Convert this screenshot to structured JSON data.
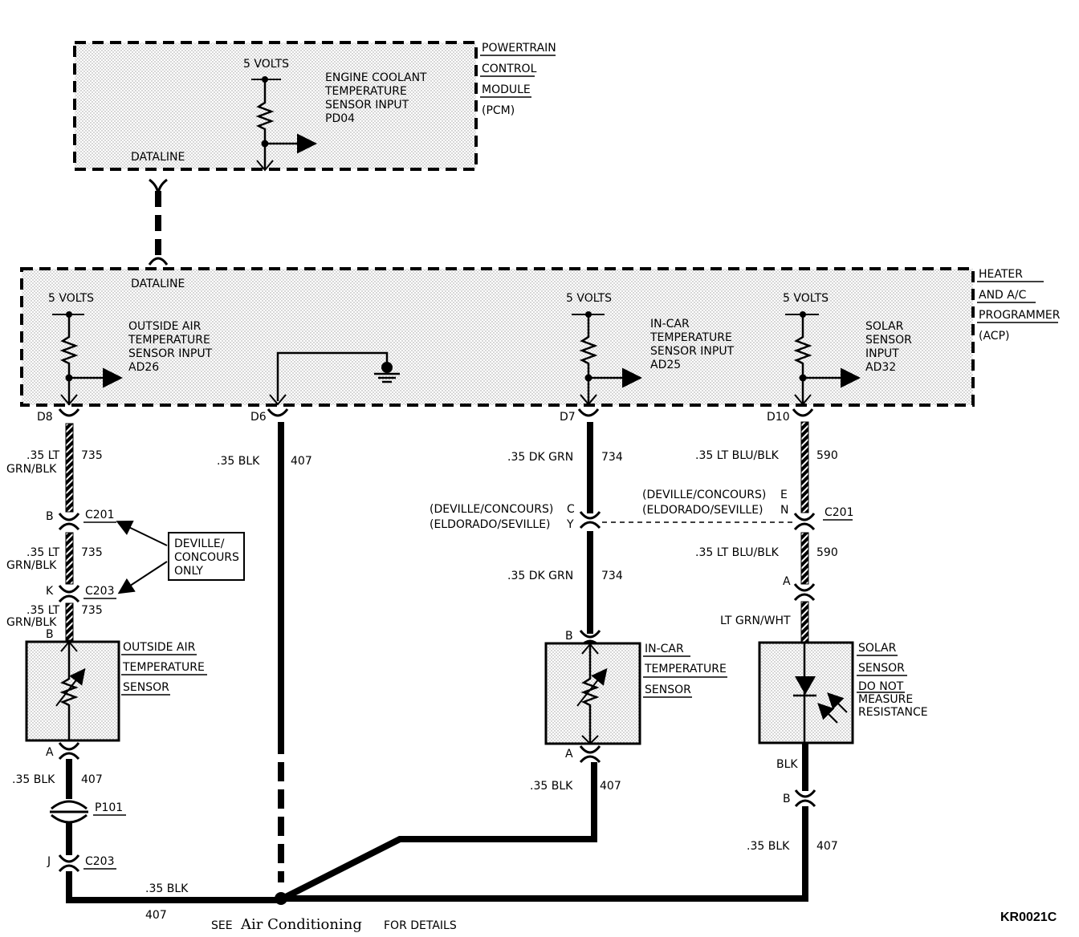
{
  "pcm": {
    "title": [
      "POWERTRAIN",
      "CONTROL",
      "MODULE",
      "(PCM)"
    ],
    "volts": "5 VOLTS",
    "input": [
      "ENGINE COOLANT",
      "TEMPERATURE",
      "SENSOR INPUT",
      "PD04"
    ],
    "dataline": "DATALINE"
  },
  "acp": {
    "title": [
      "HEATER",
      "AND A/C",
      "PROGRAMMER",
      "(ACP)"
    ],
    "dataline": "DATALINE",
    "volts": "5 VOLTS",
    "outside_input": [
      "OUTSIDE AIR",
      "TEMPERATURE",
      "SENSOR INPUT",
      "AD26"
    ],
    "incar_input": [
      "IN-CAR",
      "TEMPERATURE",
      "SENSOR INPUT",
      "AD25"
    ],
    "solar_input": [
      "SOLAR",
      "SENSOR",
      "INPUT",
      "AD32"
    ]
  },
  "pins": {
    "d8": "D8",
    "d6": "D6",
    "d7": "D7",
    "d10": "D10"
  },
  "wires": {
    "lt_grn_blk_a": ".35 LT",
    "lt_grn_blk_b": "GRN/BLK",
    "c735": "735",
    "blk": ".35 BLK",
    "c407": "407",
    "dk_grn": ".35 DK GRN",
    "c734": "734",
    "lt_blu_blk": ".35 LT BLU/BLK",
    "c590": "590",
    "lt_grn_wht": "LT GRN/WHT",
    "blk_only": "BLK"
  },
  "connectors": {
    "c201": "C201",
    "c203": "C203",
    "p101": "P101",
    "pin_b": "B",
    "pin_k": "K",
    "pin_a": "A",
    "pin_j": "J",
    "pin_c": "C",
    "pin_y": "Y",
    "pin_e": "E",
    "pin_n": "N",
    "deville_concours": "(DEVILLE/CONCOURS)",
    "eldorado_seville": "(ELDORADO/SEVILLE)"
  },
  "note": [
    "DEVILLE/",
    "CONCOURS",
    "ONLY"
  ],
  "sensors": {
    "outside": [
      "OUTSIDE AIR",
      "TEMPERATURE",
      "SENSOR"
    ],
    "incar": [
      "IN-CAR",
      "TEMPERATURE",
      "SENSOR"
    ],
    "solar": [
      "SOLAR",
      "SENSOR"
    ],
    "solar_warning": [
      "DO NOT",
      "MEASURE",
      "RESISTANCE"
    ]
  },
  "footer": {
    "see": "SEE",
    "link": "Air Conditioning",
    "details": "FOR DETAILS",
    "code": "KR0021C"
  }
}
